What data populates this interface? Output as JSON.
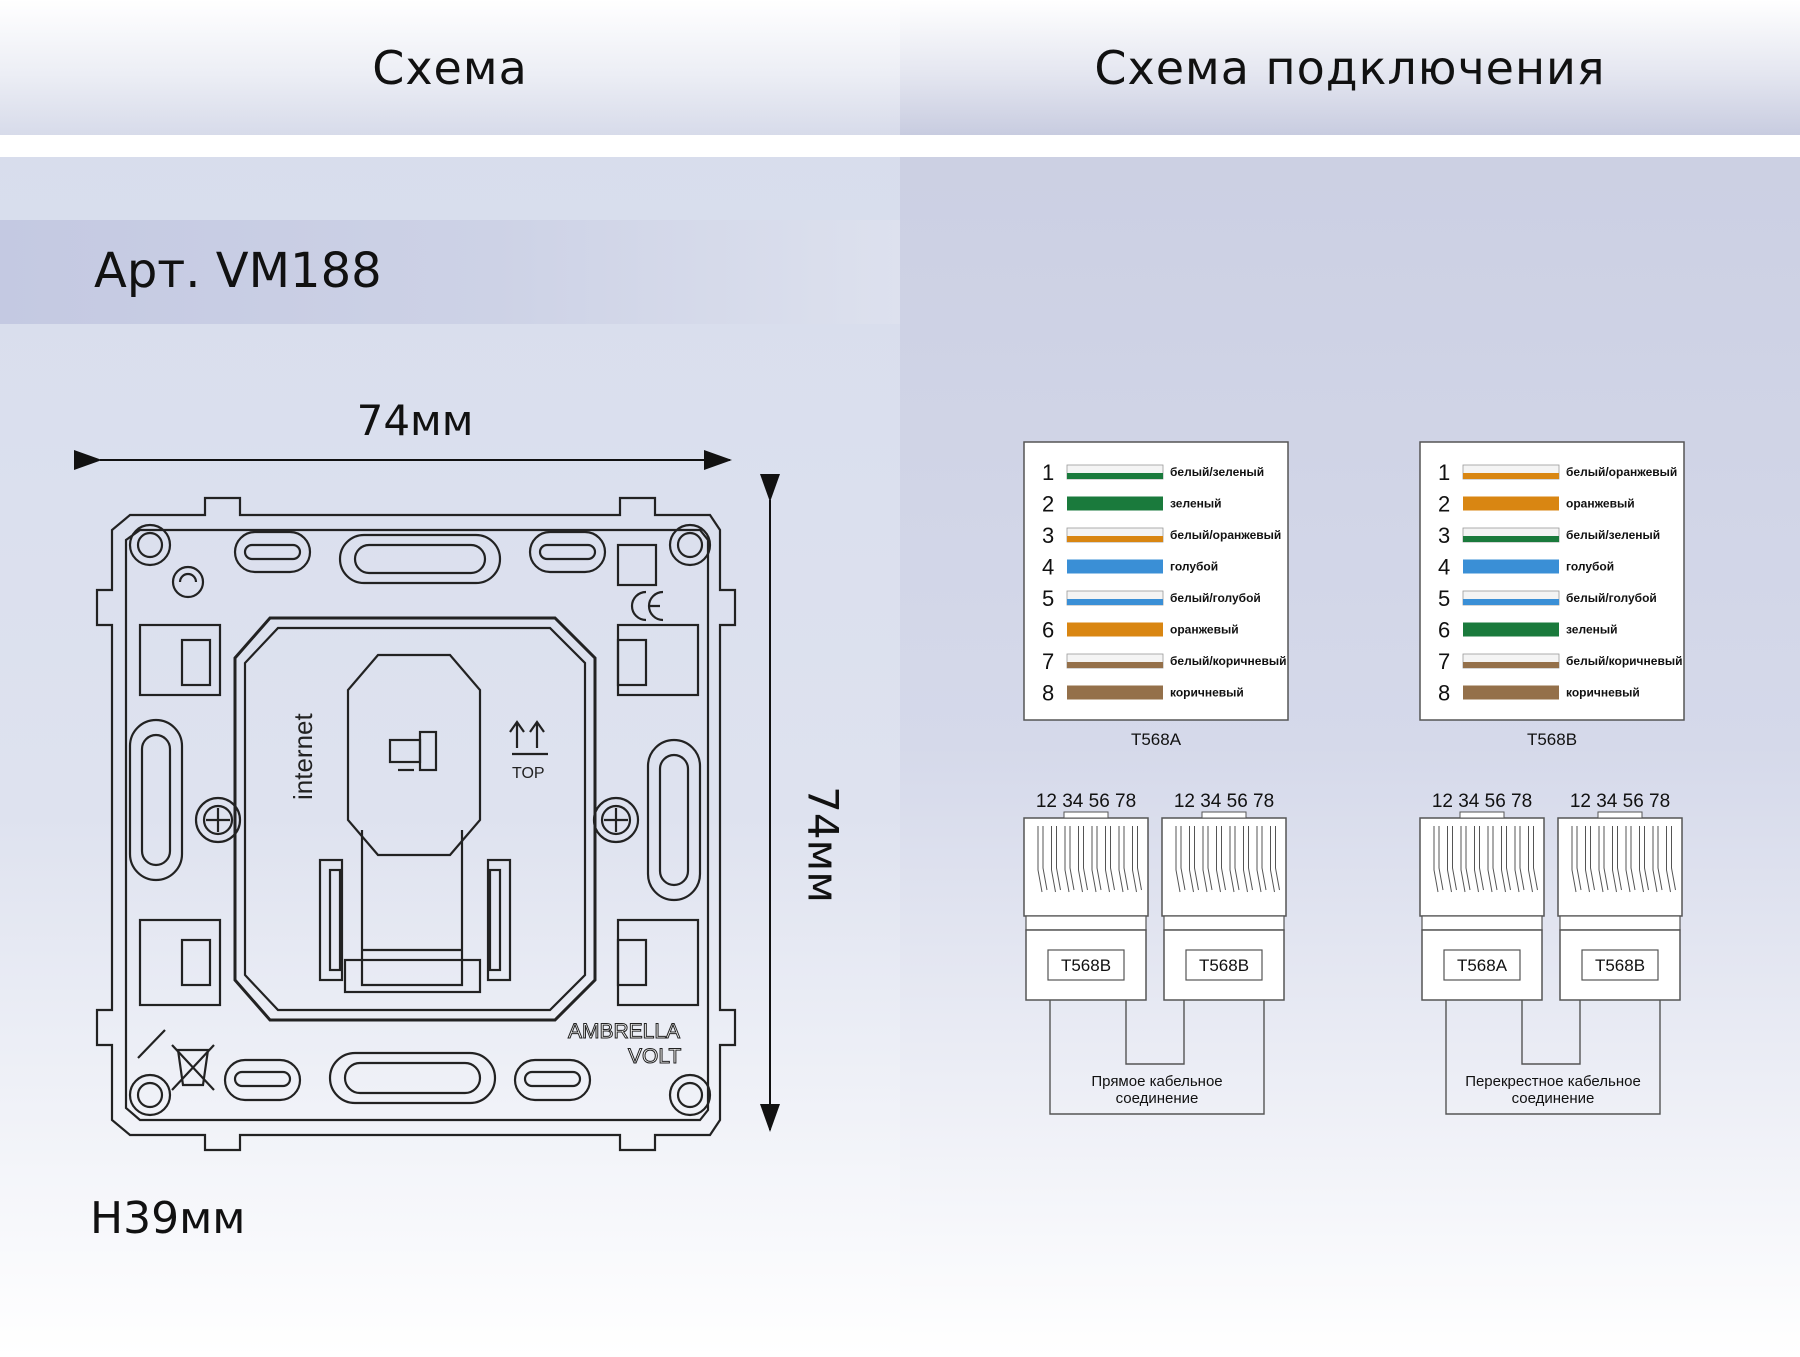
{
  "header": {
    "left_title": "Схема",
    "right_title": "Схема подключения"
  },
  "product": {
    "article": "Арт. VM188",
    "width_label": "74мм",
    "height_label": "74мм",
    "depth_label": "H39мм",
    "labels": {
      "internet": "internet",
      "top": "TOP",
      "brand_line1": "AMBRELLA",
      "brand_line2": "VOLT"
    }
  },
  "colors": {
    "green": "#1a7a3c",
    "orange": "#d98612",
    "blue": "#3a8fd6",
    "brown": "#94704a"
  },
  "standards": [
    {
      "name": "T568A",
      "pins": [
        {
          "num": "1",
          "label": "белый/зеленый"
        },
        {
          "num": "2",
          "label": "зеленый"
        },
        {
          "num": "3",
          "label": "белый/оранжевый"
        },
        {
          "num": "4",
          "label": "голубой"
        },
        {
          "num": "5",
          "label": "белый/голубой"
        },
        {
          "num": "6",
          "label": "оранжевый"
        },
        {
          "num": "7",
          "label": "белый/коричневый"
        },
        {
          "num": "8",
          "label": "коричневый"
        }
      ]
    },
    {
      "name": "T568B",
      "pins": [
        {
          "num": "1",
          "label": "белый/оранжевый"
        },
        {
          "num": "2",
          "label": "оранжевый"
        },
        {
          "num": "3",
          "label": "белый/зеленый"
        },
        {
          "num": "4",
          "label": "голубой"
        },
        {
          "num": "5",
          "label": "белый/голубой"
        },
        {
          "num": "6",
          "label": "зеленый"
        },
        {
          "num": "7",
          "label": "белый/коричневый"
        },
        {
          "num": "8",
          "label": "коричневый"
        }
      ]
    }
  ],
  "connections": [
    {
      "pin_numbers": "12 34 56 78",
      "left_plug": "T568B",
      "right_plug": "T568B",
      "caption_line1": "Прямое кабельное",
      "caption_line2": "соединение"
    },
    {
      "pin_numbers": "12 34 56 78",
      "left_plug": "T568A",
      "right_plug": "T568B",
      "caption_line1": "Перекрестное кабельное",
      "caption_line2": "соединение"
    }
  ]
}
